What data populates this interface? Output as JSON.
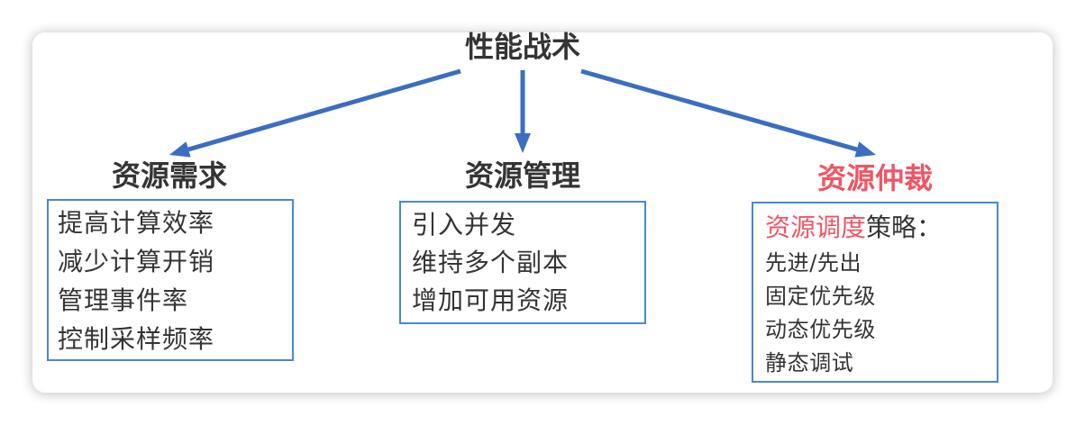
{
  "diagram": {
    "title": "性能战术",
    "branches": [
      {
        "heading": "资源需求",
        "items": [
          "提高计算效率",
          "减少计算开销",
          "管理事件率",
          "控制采样频率"
        ]
      },
      {
        "heading": "资源管理",
        "items": [
          "引入并发",
          "维持多个副本",
          "增加可用资源"
        ]
      },
      {
        "heading": "资源仲裁",
        "intro": {
          "highlight": "资源调度",
          "rest": "策略："
        },
        "items": [
          "先进/先出",
          "固定优先级",
          "动态优先级",
          "静态调试"
        ]
      }
    ]
  },
  "colors": {
    "text": "#343434",
    "arrow": "#3b6ec2",
    "box_border": "#4a88cf",
    "highlight": "#ee5664",
    "card_background": "#ffffff"
  }
}
